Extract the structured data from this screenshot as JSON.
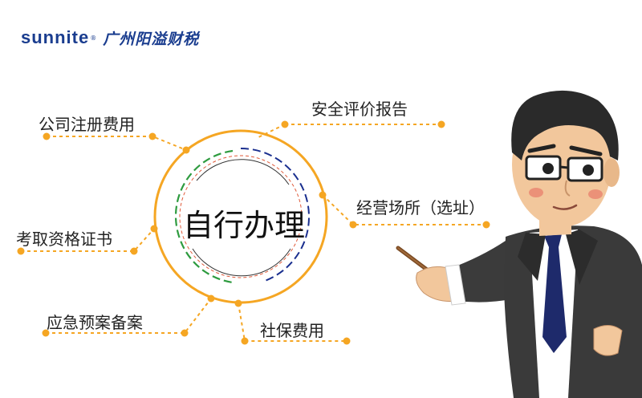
{
  "logo": {
    "brand": "sunnite",
    "registered": "®",
    "company": "广州阳溢财税"
  },
  "center": {
    "label": "自行办理"
  },
  "items": [
    {
      "id": "company-registration",
      "label": "公司注册费用"
    },
    {
      "id": "safety-report",
      "label": "安全评价报告"
    },
    {
      "id": "business-premises",
      "label": "经营场所（选址）"
    },
    {
      "id": "qualification-cert",
      "label": "考取资格证书"
    },
    {
      "id": "emergency-plan",
      "label": "应急预案备案"
    },
    {
      "id": "social-insurance",
      "label": "社保费用"
    }
  ],
  "colors": {
    "accent_orange": "#f5a623",
    "ring_green": "#2e9b3f",
    "ring_blue": "#1a2f8f",
    "ring_red": "#e05a3a",
    "brand_blue": "#1a3d8f"
  }
}
